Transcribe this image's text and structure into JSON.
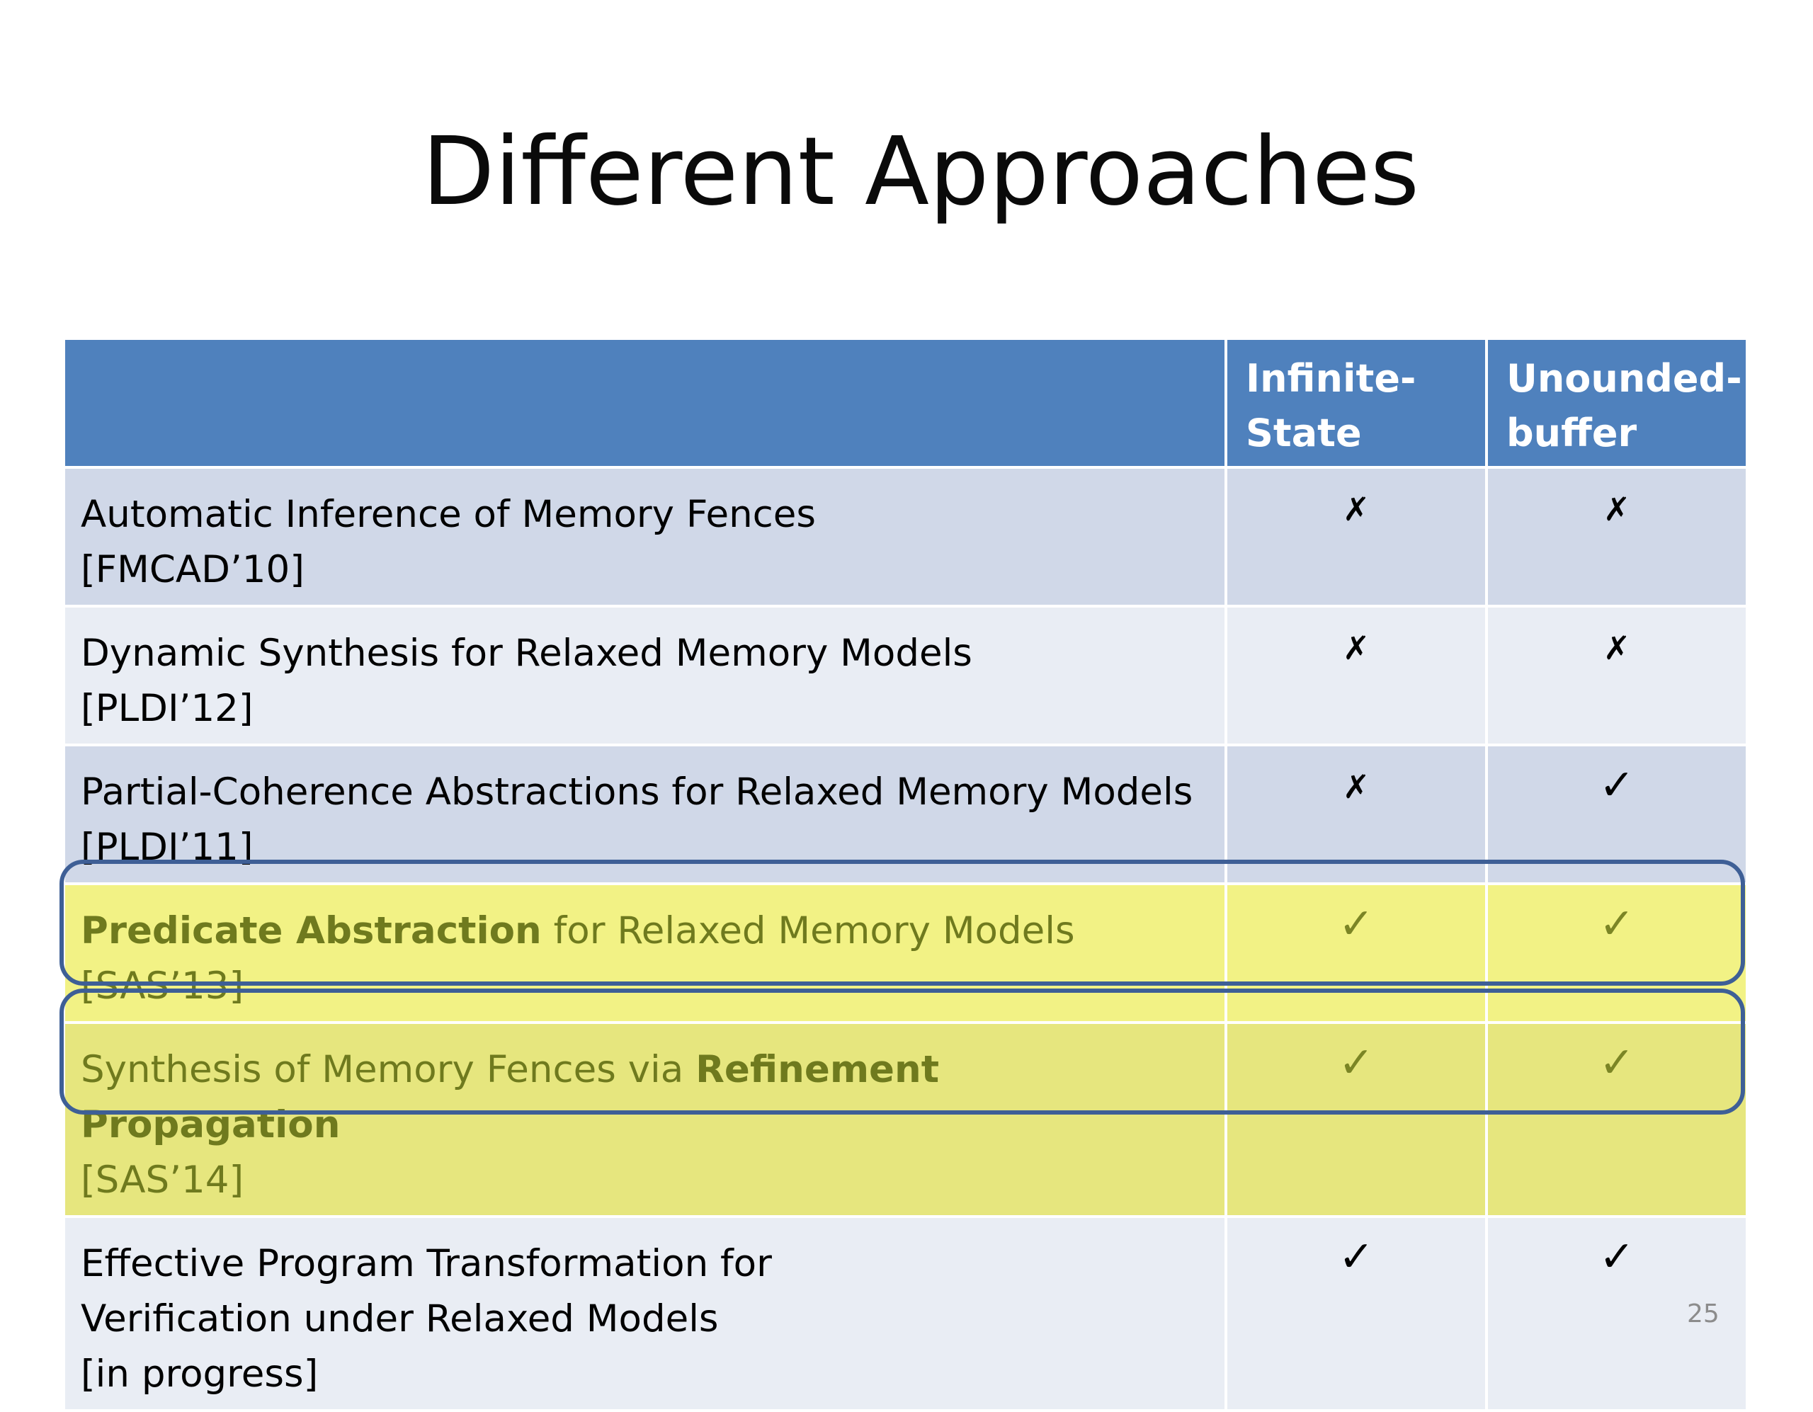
{
  "slide": {
    "title": "Different Approaches",
    "page_number": "25"
  },
  "table": {
    "headers": [
      "",
      "Infinite-State",
      "Unounded-buffer"
    ],
    "header_lines": {
      "col2": [
        "Infinite-",
        "State"
      ],
      "col3": [
        "Unounded-",
        "buffer"
      ]
    },
    "rows": [
      {
        "title_bold_prefix": "",
        "title_plain": "Automatic Inference of Memory Fences",
        "title_bold_suffix": "",
        "venue": "[FMCAD’10]",
        "infinite_state": "✗",
        "unbounded_buffer": "✗",
        "highlighted": false
      },
      {
        "title_bold_prefix": "",
        "title_plain": "Dynamic Synthesis for Relaxed Memory Models",
        "title_bold_suffix": "",
        "venue": "[PLDI’12]",
        "infinite_state": "✗",
        "unbounded_buffer": "✗",
        "highlighted": false
      },
      {
        "title_bold_prefix": "",
        "title_plain": "Partial-Coherence Abstractions for Relaxed Memory Models",
        "title_bold_suffix": "",
        "venue": "[PLDI’11]",
        "infinite_state": "✗",
        "unbounded_buffer": "✓",
        "highlighted": false
      },
      {
        "title_bold_prefix": "Predicate Abstraction",
        "title_plain": " for Relaxed Memory Models",
        "title_bold_suffix": "",
        "venue": "[SAS’13]",
        "infinite_state": "✓",
        "unbounded_buffer": "✓",
        "highlighted": true
      },
      {
        "title_bold_prefix": "",
        "title_plain": "Synthesis of Memory Fences via ",
        "title_bold_suffix": "Refinement Propagation",
        "venue": "[SAS’14]",
        "infinite_state": "✓",
        "unbounded_buffer": "✓",
        "highlighted": true
      },
      {
        "title_lines": [
          "Effective Program Transformation for",
          "Verification under Relaxed Models"
        ],
        "venue": "[in progress]",
        "infinite_state": "✓",
        "unbounded_buffer": "✓",
        "highlighted": false
      }
    ]
  },
  "colors": {
    "header_bg": "#4f81bd",
    "row_dark": "#d0d8e8",
    "row_light": "#e9edf4",
    "highlight_yellow": "#f2f285",
    "highlight_border": "#3e5f96",
    "highlight_text": "#6f7a1e"
  }
}
